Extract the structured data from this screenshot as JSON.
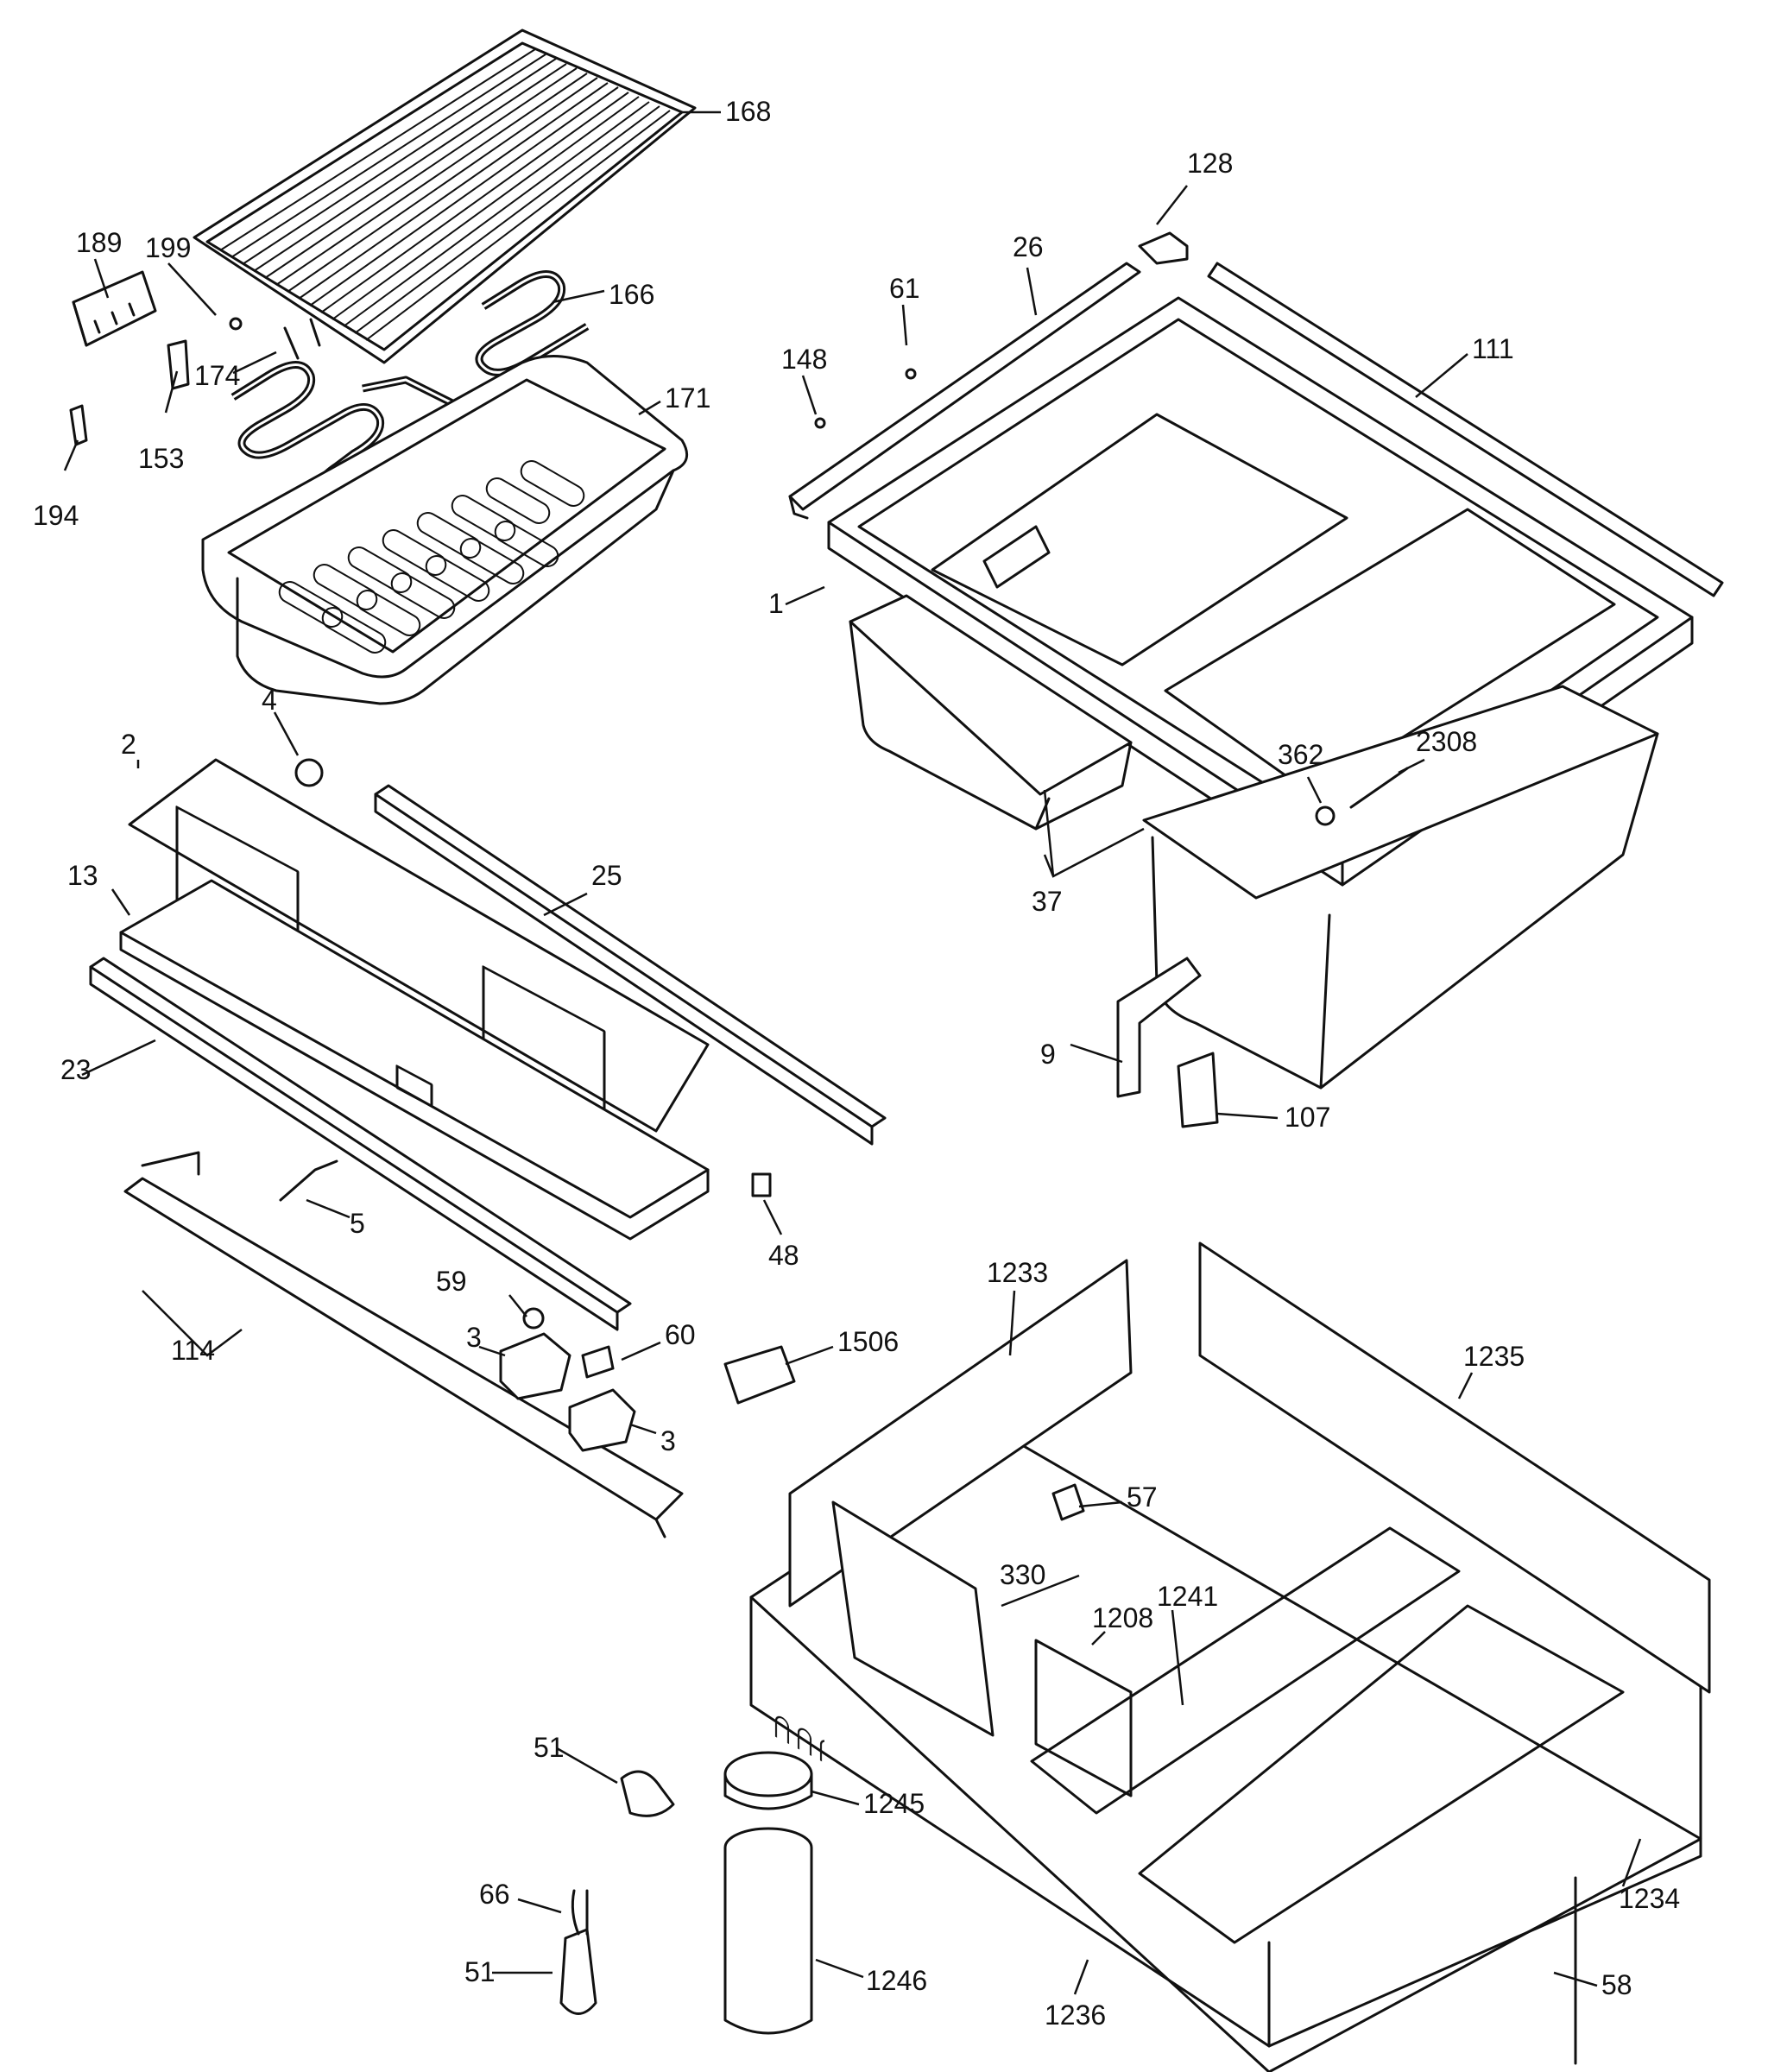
{
  "callouts": {
    "c168": "168",
    "c189": "189",
    "c199": "199",
    "c166": "166",
    "c174": "174",
    "c153": "153",
    "c171": "171",
    "c194": "194",
    "c128": "128",
    "c26": "26",
    "c61": "61",
    "c148": "148",
    "c111": "111",
    "c1": "1",
    "c362": "362",
    "c2308": "2308",
    "c37": "37",
    "c9": "9",
    "c107": "107",
    "c4": "4",
    "c2": "2",
    "c13": "13",
    "c25": "25",
    "c23": "23",
    "c5": "5",
    "c48": "48",
    "c59": "59",
    "c60": "60",
    "c3a": "3",
    "c3b": "3",
    "c114": "114",
    "c1506": "1506",
    "c1233": "1233",
    "c1235": "1235",
    "c57": "57",
    "c330": "330",
    "c1208": "1208",
    "c1241": "1241",
    "c51a": "51",
    "c1245": "1245",
    "c66": "66",
    "c51b": "51",
    "c1246": "1246",
    "c1236": "1236",
    "c1234": "1234",
    "c58": "58"
  }
}
